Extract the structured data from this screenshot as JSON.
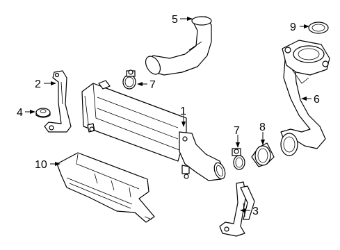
{
  "diagram": {
    "callouts": [
      {
        "id": "c1",
        "label": "1"
      },
      {
        "id": "c2",
        "label": "2"
      },
      {
        "id": "c3",
        "label": "3"
      },
      {
        "id": "c4",
        "label": "4"
      },
      {
        "id": "c5",
        "label": "5"
      },
      {
        "id": "c6",
        "label": "6"
      },
      {
        "id": "c7a",
        "label": "7"
      },
      {
        "id": "c7b",
        "label": "7"
      },
      {
        "id": "c8",
        "label": "8"
      },
      {
        "id": "c9",
        "label": "9"
      },
      {
        "id": "c10",
        "label": "10"
      }
    ]
  }
}
